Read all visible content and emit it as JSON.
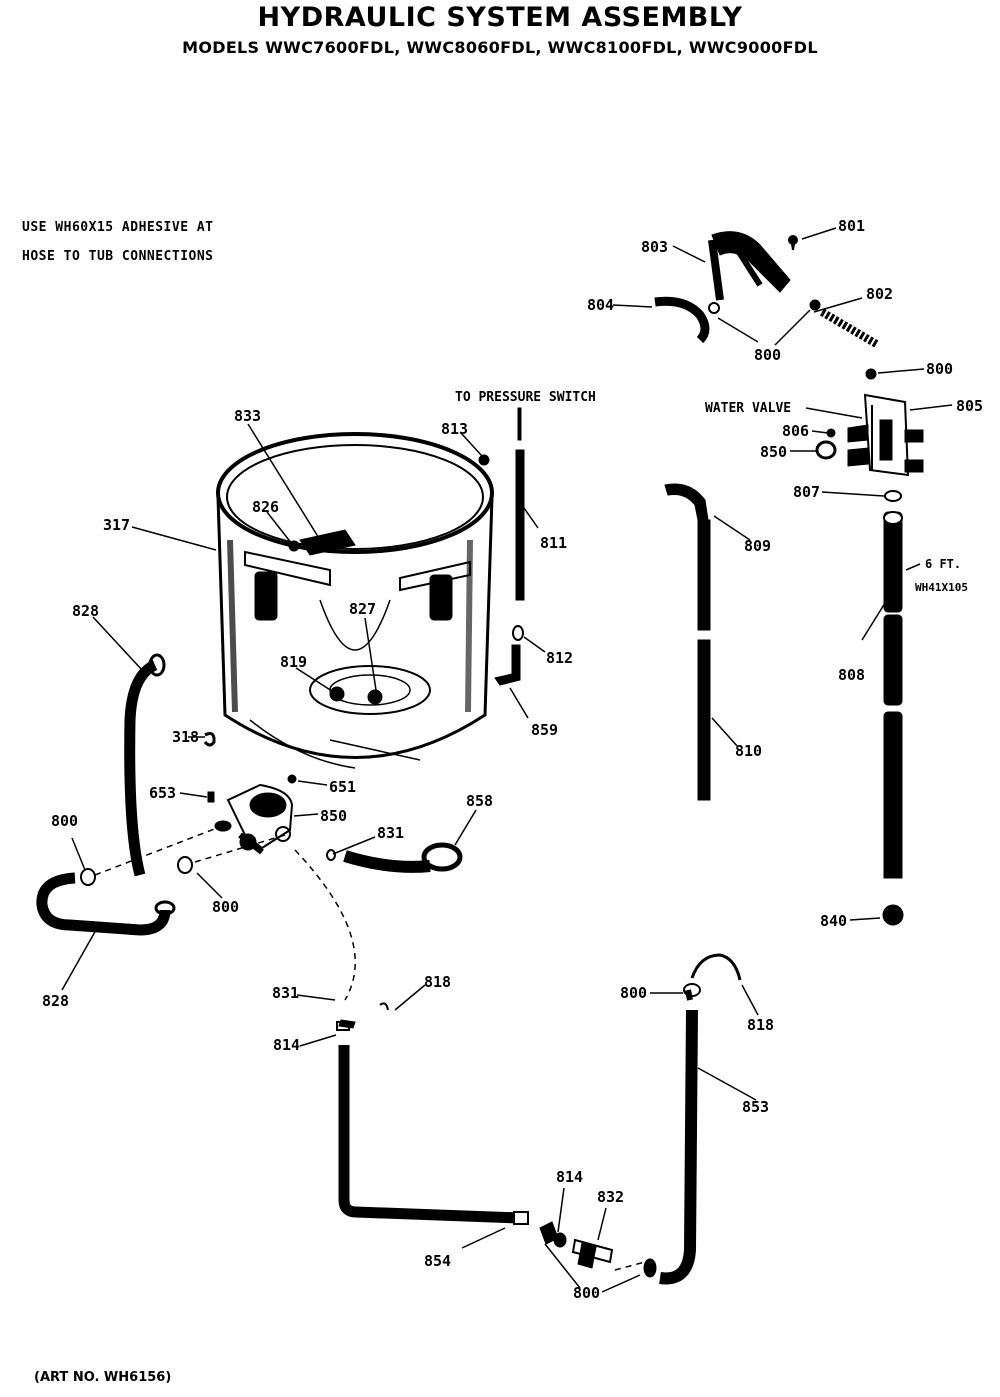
{
  "title": "HYDRAULIC SYSTEM ASSEMBLY",
  "subtitle": "MODELS WWC7600FDL, WWC8060FDL, WWC8100FDL, WWC9000FDL",
  "note": {
    "line1": "USE WH60X15 ADHESIVE AT",
    "line2": "HOSE TO TUB CONNECTIONS"
  },
  "art_no": "(ART NO. WH6156)",
  "annotations": {
    "pressure_switch": "TO PRESSURE SWITCH",
    "water_valve": "WATER VALVE",
    "six_ft": "6 FT.",
    "six_ft_part": "WH41X105"
  },
  "callouts": {
    "c801": "801",
    "c803": "803",
    "c802": "802",
    "c804": "804",
    "c800a": "800",
    "c800b": "800",
    "c805": "805",
    "c806": "806",
    "c850a": "850",
    "c807": "807",
    "c833": "833",
    "c813": "813",
    "c811": "811",
    "c317": "317",
    "c826": "826",
    "c809": "809",
    "c808": "808",
    "c828a": "828",
    "c827": "827",
    "c819": "819",
    "c812": "812",
    "c859": "859",
    "c810": "810",
    "c318": "318",
    "c651": "651",
    "c653": "653",
    "c850b": "850",
    "c858": "858",
    "c800c": "800",
    "c831a": "831",
    "c800d": "800",
    "c840": "840",
    "c828b": "828",
    "c831b": "831",
    "c818a": "818",
    "c800e": "800",
    "c818b": "818",
    "c814a": "814",
    "c853": "853",
    "c814b": "814",
    "c832": "832",
    "c854": "854",
    "c800f": "800"
  }
}
